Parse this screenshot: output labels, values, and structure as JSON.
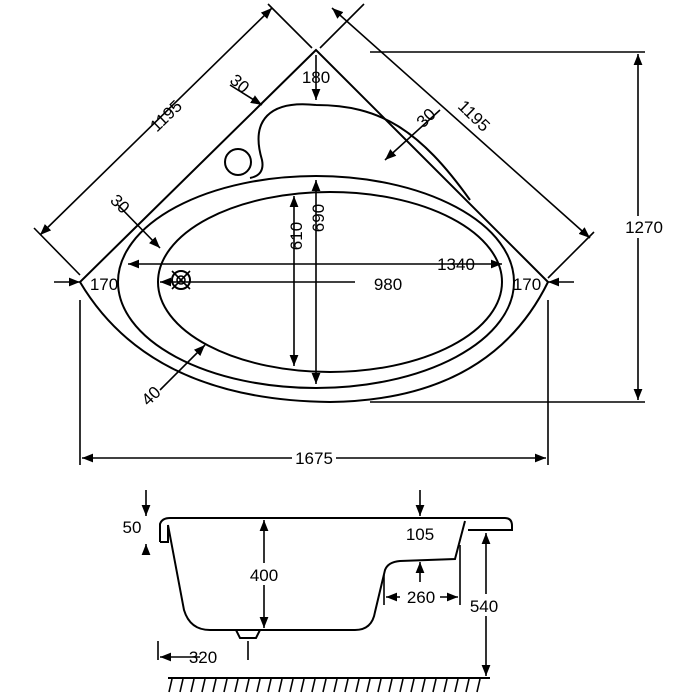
{
  "top_view": {
    "side_left": "1195",
    "side_right": "1195",
    "apex": "180",
    "rim_top_left": "30",
    "rim_top_right": "30",
    "rim_left": "30",
    "inner_depth": "690",
    "inner_depth_small": "610",
    "inner_length": "1340",
    "inner_length_small": "980",
    "edge_left": "170",
    "edge_right": "170",
    "rim_bottom": "40",
    "overall_depth": "1270",
    "overall_width": "1675"
  },
  "side_view": {
    "rim_height": "50",
    "seat_height": "105",
    "inner_depth": "400",
    "seat_width": "260",
    "total_height": "540",
    "drain_offset": "320"
  }
}
